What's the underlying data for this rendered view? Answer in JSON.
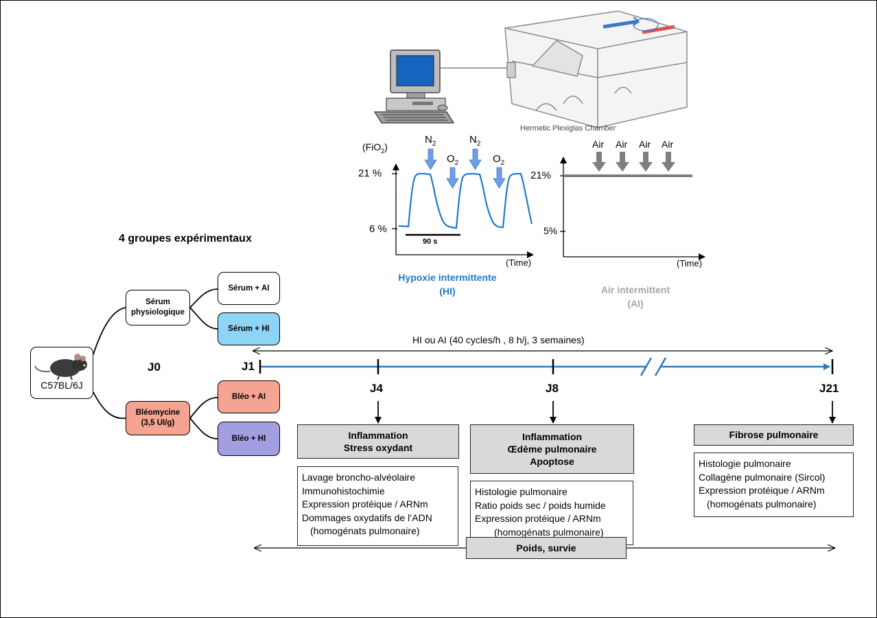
{
  "colors": {
    "timeline": "#2a7ac0",
    "hi_curve": "#1f7ac6",
    "hi_arrow": "#6e9de6",
    "air_gray": "#7f7f7f",
    "serum_hi": "#8fd3f7",
    "bleo": "#f4a490",
    "bleo_hi": "#a39edf",
    "gray_box": "#d9d9d9"
  },
  "mouse": {
    "label": "C57BL/6J",
    "icon": "mouse-icon"
  },
  "groups_title": "4 groupes expérimentaux",
  "serum": {
    "line1": "Sérum",
    "line2": "physiologique"
  },
  "bleo": {
    "line1": "Bléomycine",
    "line2": "(3,5 UI/g)"
  },
  "subgroups": {
    "serum_ai": "Sérum + AI",
    "serum_hi": "Sérum + HI",
    "bleo_ai": "Bléo + AI",
    "bleo_hi": "Bléo + HI"
  },
  "chamber": {
    "label": "Hermetic Plexiglas Chamber",
    "computer_icon": "computer-icon",
    "chamber_icon": "chamber-icon"
  },
  "hi_chart": {
    "ylabel_prefix": "(FiO",
    "ylabel_suffix": ")",
    "ytick_high": "21 %",
    "ytick_low": "6 %",
    "xlabel": "(Time)",
    "bracket_label": "90 s",
    "arrow_n2": "N",
    "arrow_o2": "O",
    "subscript": "2",
    "title_line1": "Hypoxie intermittente",
    "title_line2": "(HI)"
  },
  "ai_chart": {
    "ytick_high": "21%",
    "ytick_low": "5%",
    "xlabel": "(Time)",
    "arrow_label": "Air",
    "title_line1": "Air intermittent",
    "title_line2": "(AI)"
  },
  "protocol_label": "HI ou AI (40 cycles/h , 8 h/j, 3 semaines)",
  "days": {
    "j0": "J0",
    "j1": "J1",
    "j4": "J4",
    "j8": "J8",
    "j21": "J21"
  },
  "outcomes": {
    "j4_title": [
      "Inflammation",
      "Stress oxydant"
    ],
    "j4_methods": [
      "Lavage broncho-alvéolaire",
      "Immunohistochimie",
      "Expression protéique / ARNm",
      "Dommages oxydatifs de l’ADN",
      "(homogénats pulmonaire)"
    ],
    "j8_title": [
      "Inflammation",
      "Œdème pulmonaire",
      "Apoptose"
    ],
    "j8_methods": [
      "Histologie pulmonaire",
      "Ratio poids sec / poids humide",
      "Expression protéique / ARNm",
      "(homogénats pulmonaire)"
    ],
    "j21_title": [
      "Fibrose pulmonaire"
    ],
    "j21_methods": [
      "Histologie pulmonaire",
      "Collagène pulmonaire (Sircol)",
      "Expression protéique / ARNm",
      "(homogénats pulmonaire)"
    ]
  },
  "weight_label": "Poids, survie"
}
